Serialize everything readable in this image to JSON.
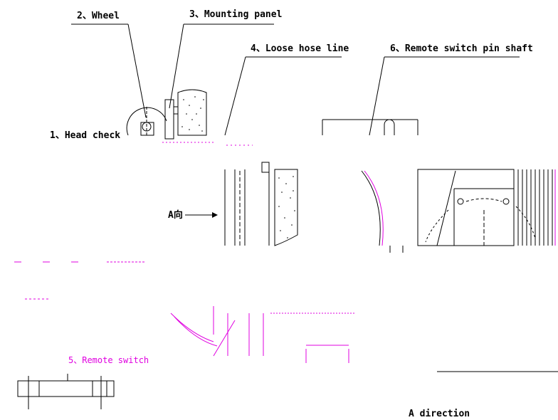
{
  "labels": {
    "wheel": "2、Wheel",
    "mounting_panel": "3、Mounting panel",
    "loose_hose_line": "4、Loose hose line",
    "remote_switch_pin_shaft": "6、Remote switch pin shaft",
    "head_check": "1、Head check",
    "a_view": "A向",
    "a_direction": "A direction",
    "remote_switch_partial": "5、Remote switch"
  },
  "colors": {
    "line": "#000000",
    "artifact": "#e000e0",
    "background": "#ffffff"
  }
}
